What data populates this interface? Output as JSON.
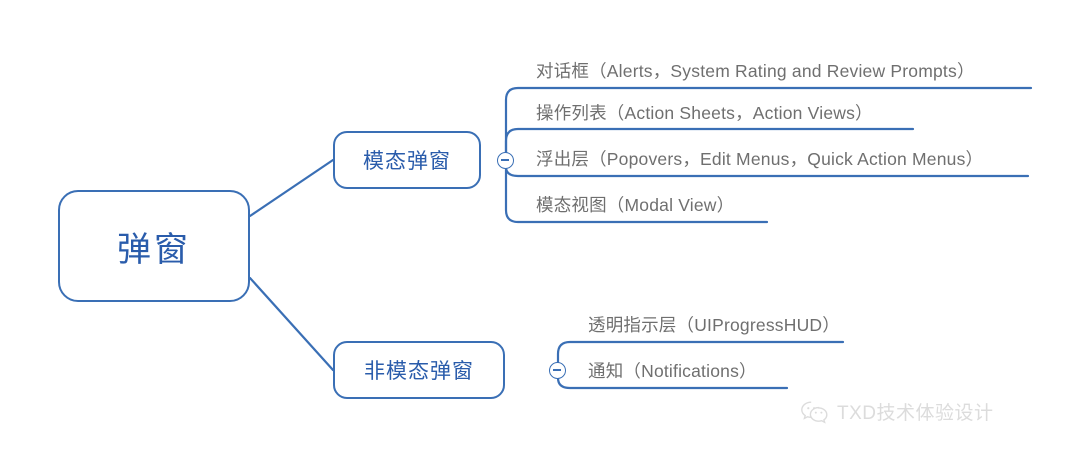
{
  "diagram": {
    "type": "mind-map",
    "root": {
      "label": "弹窗"
    },
    "branches": [
      {
        "label": "模态弹窗",
        "collapse_icon": "minus-circle-icon",
        "children": [
          {
            "label": "对话框（Alerts，System Rating and Review Prompts）"
          },
          {
            "label": "操作列表（Action Sheets，Action Views）"
          },
          {
            "label": "浮出层（Popovers，Edit Menus，Quick Action Menus）"
          },
          {
            "label": "模态视图（Modal View）"
          }
        ]
      },
      {
        "label": "非模态弹窗",
        "collapse_icon": "minus-circle-icon",
        "children": [
          {
            "label": "透明指示层（UIProgressHUD）"
          },
          {
            "label": "通知（Notifications）"
          }
        ]
      }
    ]
  },
  "watermark": {
    "icon": "wechat-icon",
    "text": "TXD技术体验设计"
  },
  "colors": {
    "node_border": "#3a6fb5",
    "node_text": "#2a5cab",
    "leaf_text": "#6f6f6f",
    "connector": "#3a6fb5",
    "background": "#ffffff",
    "watermark": "#dcdcdc"
  }
}
